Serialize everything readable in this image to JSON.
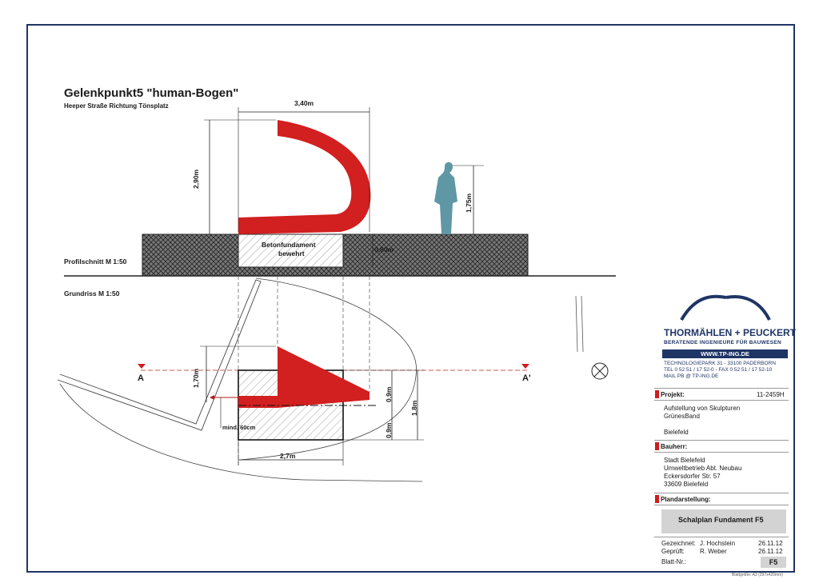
{
  "drawing": {
    "title": "Gelenkpunkt5 \"human-Bogen\"",
    "subtitle": "Heeper Straße Richtung Tönsplatz",
    "profile_label": "Profilschnitt M 1:50",
    "plan_label": "Grundriss M 1:50",
    "dim_width": "3,40m",
    "dim_height": "2,90m",
    "dim_person": "1,75m",
    "dim_foundation_depth": "0,80m",
    "foundation_label_1": "Betonfundament",
    "foundation_label_2": "bewehrt",
    "dim_plan_height": "1,70m",
    "dim_min": "mind. 60cm",
    "dim_plan_width": "2,7m",
    "dim_half_1": "0,9m",
    "dim_half_2": "0,9m",
    "dim_total": "1,8m",
    "section_a": "A",
    "section_a2": "A'"
  },
  "title_block": {
    "company": "THORMÄHLEN + PEUCKERT",
    "company_sub": "BERATENDE INGENIEURE FÜR BAUWESEN",
    "url": "WWW.TP-ING.DE",
    "address": "TECHNOLOGIEPARK 31  -  33100 PADERBORN",
    "phone": "TEL 0 52 51 / 17 52-0  -  FAX 0 52 51 / 17 52-10",
    "mail": "MAIL PB @ TP-ING.DE",
    "project_label": "Projekt:",
    "project_no": "11-2459H",
    "project_desc_1": "Aufstellung von Skulpturen",
    "project_desc_2": "GrünesBand",
    "project_city": "Bielefeld",
    "client_label": "Bauherr:",
    "client_1": "Stadt Bielefeld",
    "client_2": "Umweltbetrieb Abt. Neubau",
    "client_3": "Eckersdorfer Str. 57",
    "client_4": "33609 Bielefeld",
    "plan_label": "Plandarstellung:",
    "plan_title": "Schalplan Fundament F5",
    "drawn_label": "Gezeichnet:",
    "drawn_by": "J. Hochstein",
    "drawn_date": "26.11.12",
    "checked_label": "Geprüft:",
    "checked_by": "R. Weber",
    "checked_date": "26.11.12",
    "sheet_label": "Blatt-Nr.:",
    "sheet_no": "F5",
    "footnote": "Blattgröße:    A3 (297x420mm)"
  },
  "colors": {
    "sculpture": "#d21f1f",
    "person": "#5f97a5",
    "frame": "#1f3566"
  }
}
